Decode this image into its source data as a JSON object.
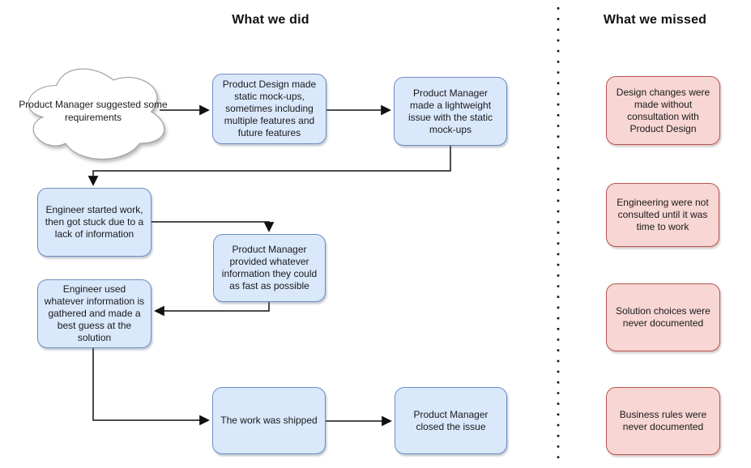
{
  "titles": {
    "left": "What we did",
    "right": "What we missed"
  },
  "flow": {
    "cloud": {
      "text": "Product Manager suggested some requirements"
    },
    "steps": [
      {
        "id": "design-mockups",
        "text": "Product Design made static mock-ups, sometimes including multiple features and future features"
      },
      {
        "id": "pm-issue",
        "text": "Product Manager made a lightweight issue with the static mock-ups"
      },
      {
        "id": "engineer-stuck",
        "text": "Engineer started work, then got stuck due to a lack of information"
      },
      {
        "id": "pm-provided",
        "text": "Product Manager provided whatever information they could as fast as possible"
      },
      {
        "id": "engineer-guess",
        "text": "Engineer used whatever information is gathered and made a best guess at the solution"
      },
      {
        "id": "work-shipped",
        "text": "The work was shipped"
      },
      {
        "id": "issue-closed",
        "text": "Product Manager closed the issue"
      }
    ]
  },
  "missed": {
    "items": [
      "Design changes were made without consultation with Product Design",
      "Engineering were not consulted until it was time to work",
      "Solution choices were never documented",
      "Business rules were never documented"
    ]
  },
  "colors": {
    "process_fill": "#dae8fc",
    "process_border": "#6c8ebf",
    "missed_fill": "#f7d6d4",
    "missed_border": "#b85450",
    "connector": "#000000",
    "cloud_fill": "#ffffff",
    "cloud_border": "#9e9e9e"
  }
}
